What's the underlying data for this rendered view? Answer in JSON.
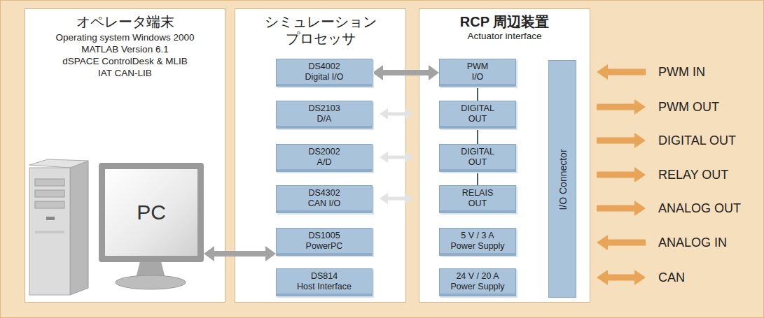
{
  "diagram": {
    "nodes": [
      {
        "text": [
          "オペレータ端末",
          "Operating system Windows 2000",
          "MATLAB Version 6.1",
          "dSPACE ControlDesk & MLIB",
          "IAT CAN-LIB"
        ]
      },
      {
        "text": [
          "PC"
        ],
        "in": 0
      },
      {
        "text": [
          "シミュレーション プロセッサ"
        ]
      },
      {
        "text": [
          "DS4002",
          "Digital I/O"
        ],
        "in": 2
      },
      {
        "text": [
          "DS2103",
          "D/A"
        ],
        "in": 2
      },
      {
        "text": [
          "DS2002",
          "A/D"
        ],
        "in": 2
      },
      {
        "text": [
          "DS4302",
          "CAN I/O"
        ],
        "in": 2
      },
      {
        "text": [
          "DS1005",
          "PowerPC"
        ],
        "in": 2
      },
      {
        "text": [
          "DS814",
          "Host Interface"
        ],
        "in": 2
      },
      {
        "text": [
          "RCP 周辺装置",
          "Actuator interface"
        ]
      },
      {
        "text": [
          "PWM",
          "I/O"
        ],
        "in": 9
      },
      {
        "text": [
          "DIGITAL",
          "OUT"
        ],
        "in": 9
      },
      {
        "text": [
          "DIGITAL",
          "OUT"
        ],
        "in": 9
      },
      {
        "text": [
          "RELAIS",
          "OUT"
        ],
        "in": 9
      },
      {
        "text": [
          "5 V / 3 A",
          "Power Supply"
        ],
        "in": 9
      },
      {
        "text": [
          "24 V / 20 A",
          "Power Supply"
        ],
        "in": 9
      },
      {
        "text": [
          "I/O Connector"
        ],
        "in": 9
      }
    ],
    "edges": [
      {
        "from": 1,
        "to": 8,
        "arrow": "both"
      },
      {
        "from": 3,
        "to": 10,
        "arrow": "both"
      },
      {
        "from": 10,
        "to": 11,
        "arrow": "none"
      },
      {
        "from": 11,
        "to": 12,
        "arrow": "none"
      },
      {
        "from": 12,
        "to": 13,
        "arrow": "none"
      }
    ],
    "labels": [
      "PWM IN",
      "PWM OUT",
      "DIGITAL OUT",
      "RELAY OUT",
      "ANALOG OUT",
      "ANALOG IN",
      "CAN"
    ]
  }
}
